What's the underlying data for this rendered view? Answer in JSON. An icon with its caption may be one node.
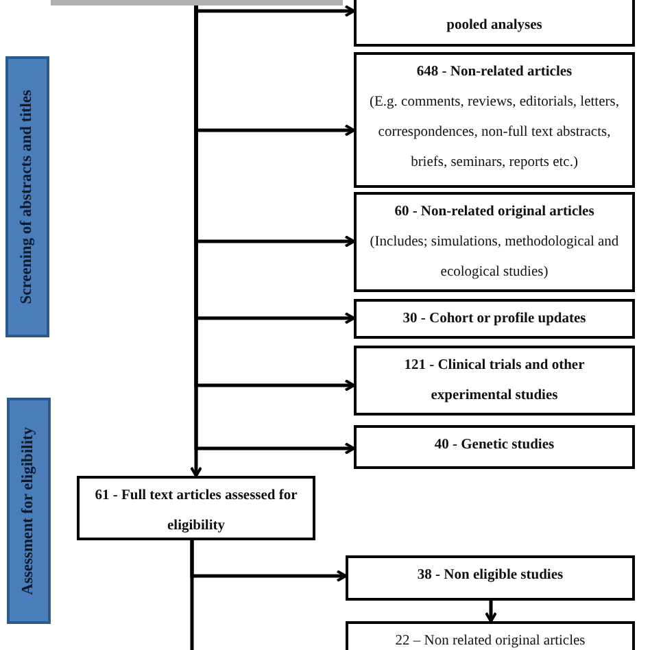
{
  "diagram": {
    "nodes": [
      {
        "text": [],
        "shape": "box"
      },
      {
        "text": [
          "pooled analyses"
        ]
      },
      {
        "text": [
          "648 - Non-related articles",
          "(E.g. comments, reviews, editorials, letters, correspondences, non-full text abstracts, briefs, seminars, reports etc.)"
        ]
      },
      {
        "text": [
          "60 - Non-related original articles",
          "(Includes; simulations, methodological and ecological studies)"
        ]
      },
      {
        "text": [
          "30 - Cohort or profile updates"
        ]
      },
      {
        "text": [
          "121 - Clinical trials and other experimental studies"
        ]
      },
      {
        "text": [
          "40 - Genetic studies"
        ]
      },
      {
        "text": [
          "Screening of abstracts and titles"
        ]
      },
      {
        "text": [
          "Assessment for eligibility"
        ]
      },
      {
        "text": [
          "61 - Full text articles assessed for eligibility"
        ]
      },
      {
        "text": [
          "38 - Non eligible studies"
        ]
      },
      {
        "text": [
          "22 – Non related original articles"
        ]
      }
    ],
    "edges": [
      {
        "from": 0,
        "to": 1,
        "arrow": "to"
      },
      {
        "from": 0,
        "to": 2,
        "arrow": "to"
      },
      {
        "from": 0,
        "to": 3,
        "arrow": "to"
      },
      {
        "from": 0,
        "to": 4,
        "arrow": "to"
      },
      {
        "from": 0,
        "to": 5,
        "arrow": "to"
      },
      {
        "from": 0,
        "to": 6,
        "arrow": "to"
      },
      {
        "from": 0,
        "to": 9,
        "arrow": "to"
      },
      {
        "from": 9,
        "to": 10,
        "arrow": "to"
      },
      {
        "from": 10,
        "to": 11,
        "arrow": "to"
      },
      {
        "from": 9,
        "to": null,
        "arrow": "none"
      }
    ]
  }
}
